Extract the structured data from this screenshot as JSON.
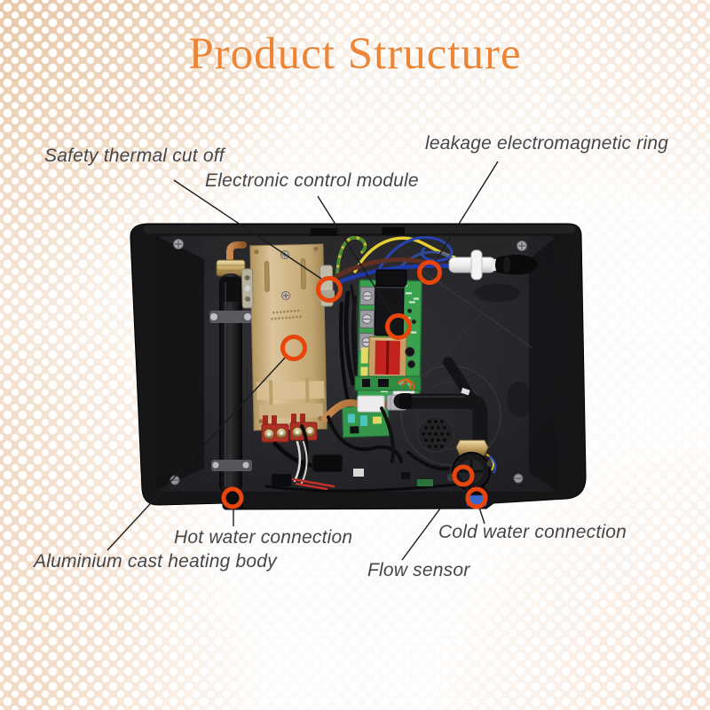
{
  "title": {
    "text": "Product Structure"
  },
  "callouts": [
    {
      "id": "safety-thermal-cut-off",
      "label": "Safety thermal cut off"
    },
    {
      "id": "electronic-control-module",
      "label": "Electronic control module"
    },
    {
      "id": "leakage-electromagnetic-ring",
      "label": "leakage electromagnetic ring"
    },
    {
      "id": "aluminium-cast-heating-body",
      "label": "Aluminium cast heating body"
    },
    {
      "id": "hot-water-connection",
      "label": "Hot water connection"
    },
    {
      "id": "cold-water-connection",
      "label": "Cold water connection"
    },
    {
      "id": "flow-sensor",
      "label": "Flow sensor"
    }
  ],
  "colors": {
    "title_text": "#ee8435",
    "label_text": "#46464a",
    "marker_ring": "#e8450c",
    "callout_line": "#1b1b1b",
    "background_tint": "#e7c4a0",
    "device_case": "#161618",
    "heating_body": "#cdb181",
    "circuit_board": "#3aa14f",
    "transformer_core": "#c32420",
    "cold_inlet_blue": "#3766cc"
  }
}
